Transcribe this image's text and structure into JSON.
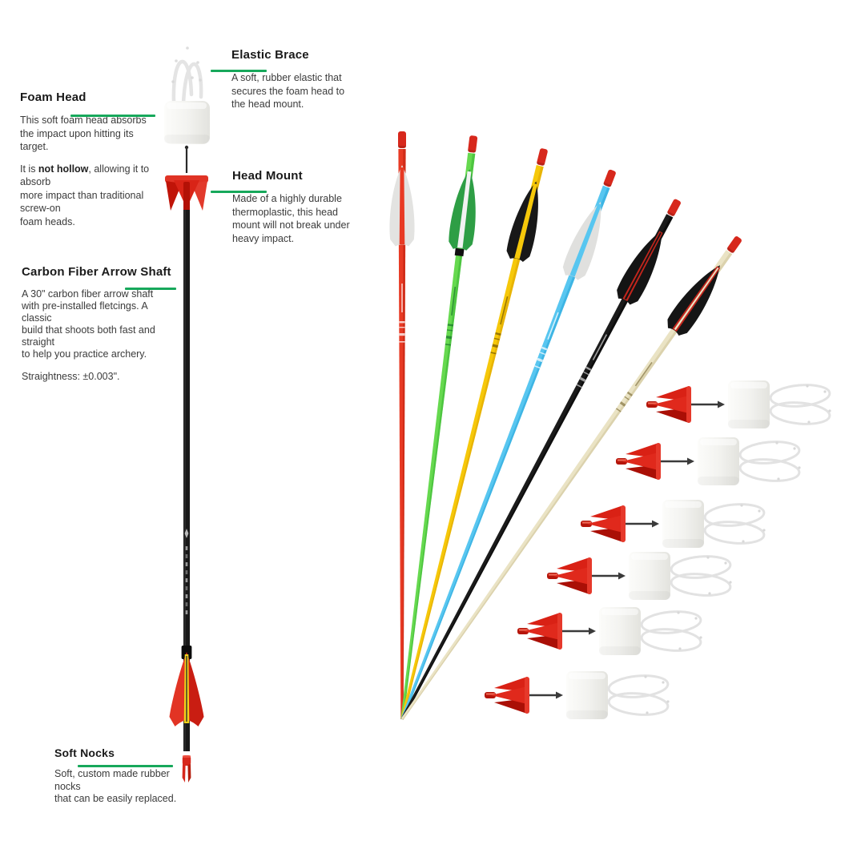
{
  "colors": {
    "accent_green": "#17a85b",
    "heading_text": "#1a1a1a",
    "body_text": "#3b3b3b"
  },
  "sections": {
    "foam_head": {
      "title": "Foam Head",
      "para1": "This soft foam head absorbs\nthe impact upon hitting its\ntarget.",
      "para2_pre": "It is ",
      "para2_bold": "not hollow",
      "para2_post": ", allowing it to\nabsorb\nmore impact than traditional\nscrew-on\nfoam heads."
    },
    "elastic_brace": {
      "title": "Elastic Brace",
      "para": "A soft, rubber elastic that\nsecures the foam head to\nthe head mount."
    },
    "head_mount": {
      "title": "Head Mount",
      "para": "Made of a highly durable\nthermoplastic, this head\nmount will not break under\nheavy impact."
    },
    "arrow_shaft": {
      "title": "Carbon Fiber Arrow Shaft",
      "para": "A 30\" carbon fiber arrow shaft\nwith pre-installed fletcings. A\nclassic\nbuild that shoots both fast and\nstraight\nto help you practice archery.",
      "spec": "Straightness: ±0.003\"."
    },
    "soft_nocks": {
      "title": "Soft Nocks",
      "para": "Soft, custom made rubber\nnocks\nthat can be easily replaced."
    }
  },
  "diagram": {
    "exploded_arrow": {
      "parts": [
        "elastic-brace",
        "foam-head",
        "connector-pin",
        "head-mount",
        "carbon-shaft",
        "fletching",
        "soft-nock"
      ],
      "palette": {
        "cord_white": "#e4e4e4",
        "foam_white": "#f2f2ef",
        "pin_dark": "#2a2a2a",
        "mount_red": "#d92417",
        "shaft_black": "#191919",
        "fletch_red": "#e23424",
        "fletch_stripe_yellow": "#f2d21b",
        "nock_red": "#d7281c"
      }
    },
    "fan": {
      "arrows": [
        {
          "name": "red",
          "shaft": "#e83a24",
          "shaft_dark": "#b51e0e",
          "fletch": "#e3e3e1",
          "stripe": "#e83a24",
          "nock": "#d7281c",
          "marks": "#ffffff",
          "collar": false
        },
        {
          "name": "green",
          "shaft": "#66d94f",
          "shaft_dark": "#2fae2f",
          "fletch": "#2e9e45",
          "stripe": "#f2f2f2",
          "nock": "#d7281c",
          "marks": "#1c7a2e",
          "collar": true
        },
        {
          "name": "yellow",
          "shaft": "#f6c80a",
          "shaft_dark": "#d89b00",
          "fletch": "#181818",
          "stripe": "#f6c80a",
          "nock": "#d7281c",
          "marks": "#7a5c00",
          "collar": false
        },
        {
          "name": "blue",
          "shaft": "#58c6f0",
          "shaft_dark": "#1e9fd4",
          "fletch": "#e0e0de",
          "stripe": "#58c6f0",
          "nock": "#d7281c",
          "marks": "#ffffff",
          "collar": false
        },
        {
          "name": "black",
          "shaft": "#1b1b1b",
          "shaft_dark": "#000000",
          "fletch": "#141414",
          "stripe": "#c3251c",
          "nock": "#d7281c",
          "marks": "#cfcfcf",
          "collar": false,
          "stripe2": "#141414"
        },
        {
          "name": "cream",
          "shaft": "#eae3c4",
          "shaft_dark": "#c9bd92",
          "fletch": "#151515",
          "stripe": "#c3251c",
          "nock": "#d7281c",
          "marks": "#8a7b4a",
          "collar": false,
          "stripe2": "#eae3c4"
        }
      ]
    },
    "assemblies": {
      "count": 6,
      "parts": [
        "head-mount",
        "connector-arrow",
        "foam-head",
        "elastic-brace"
      ]
    }
  }
}
